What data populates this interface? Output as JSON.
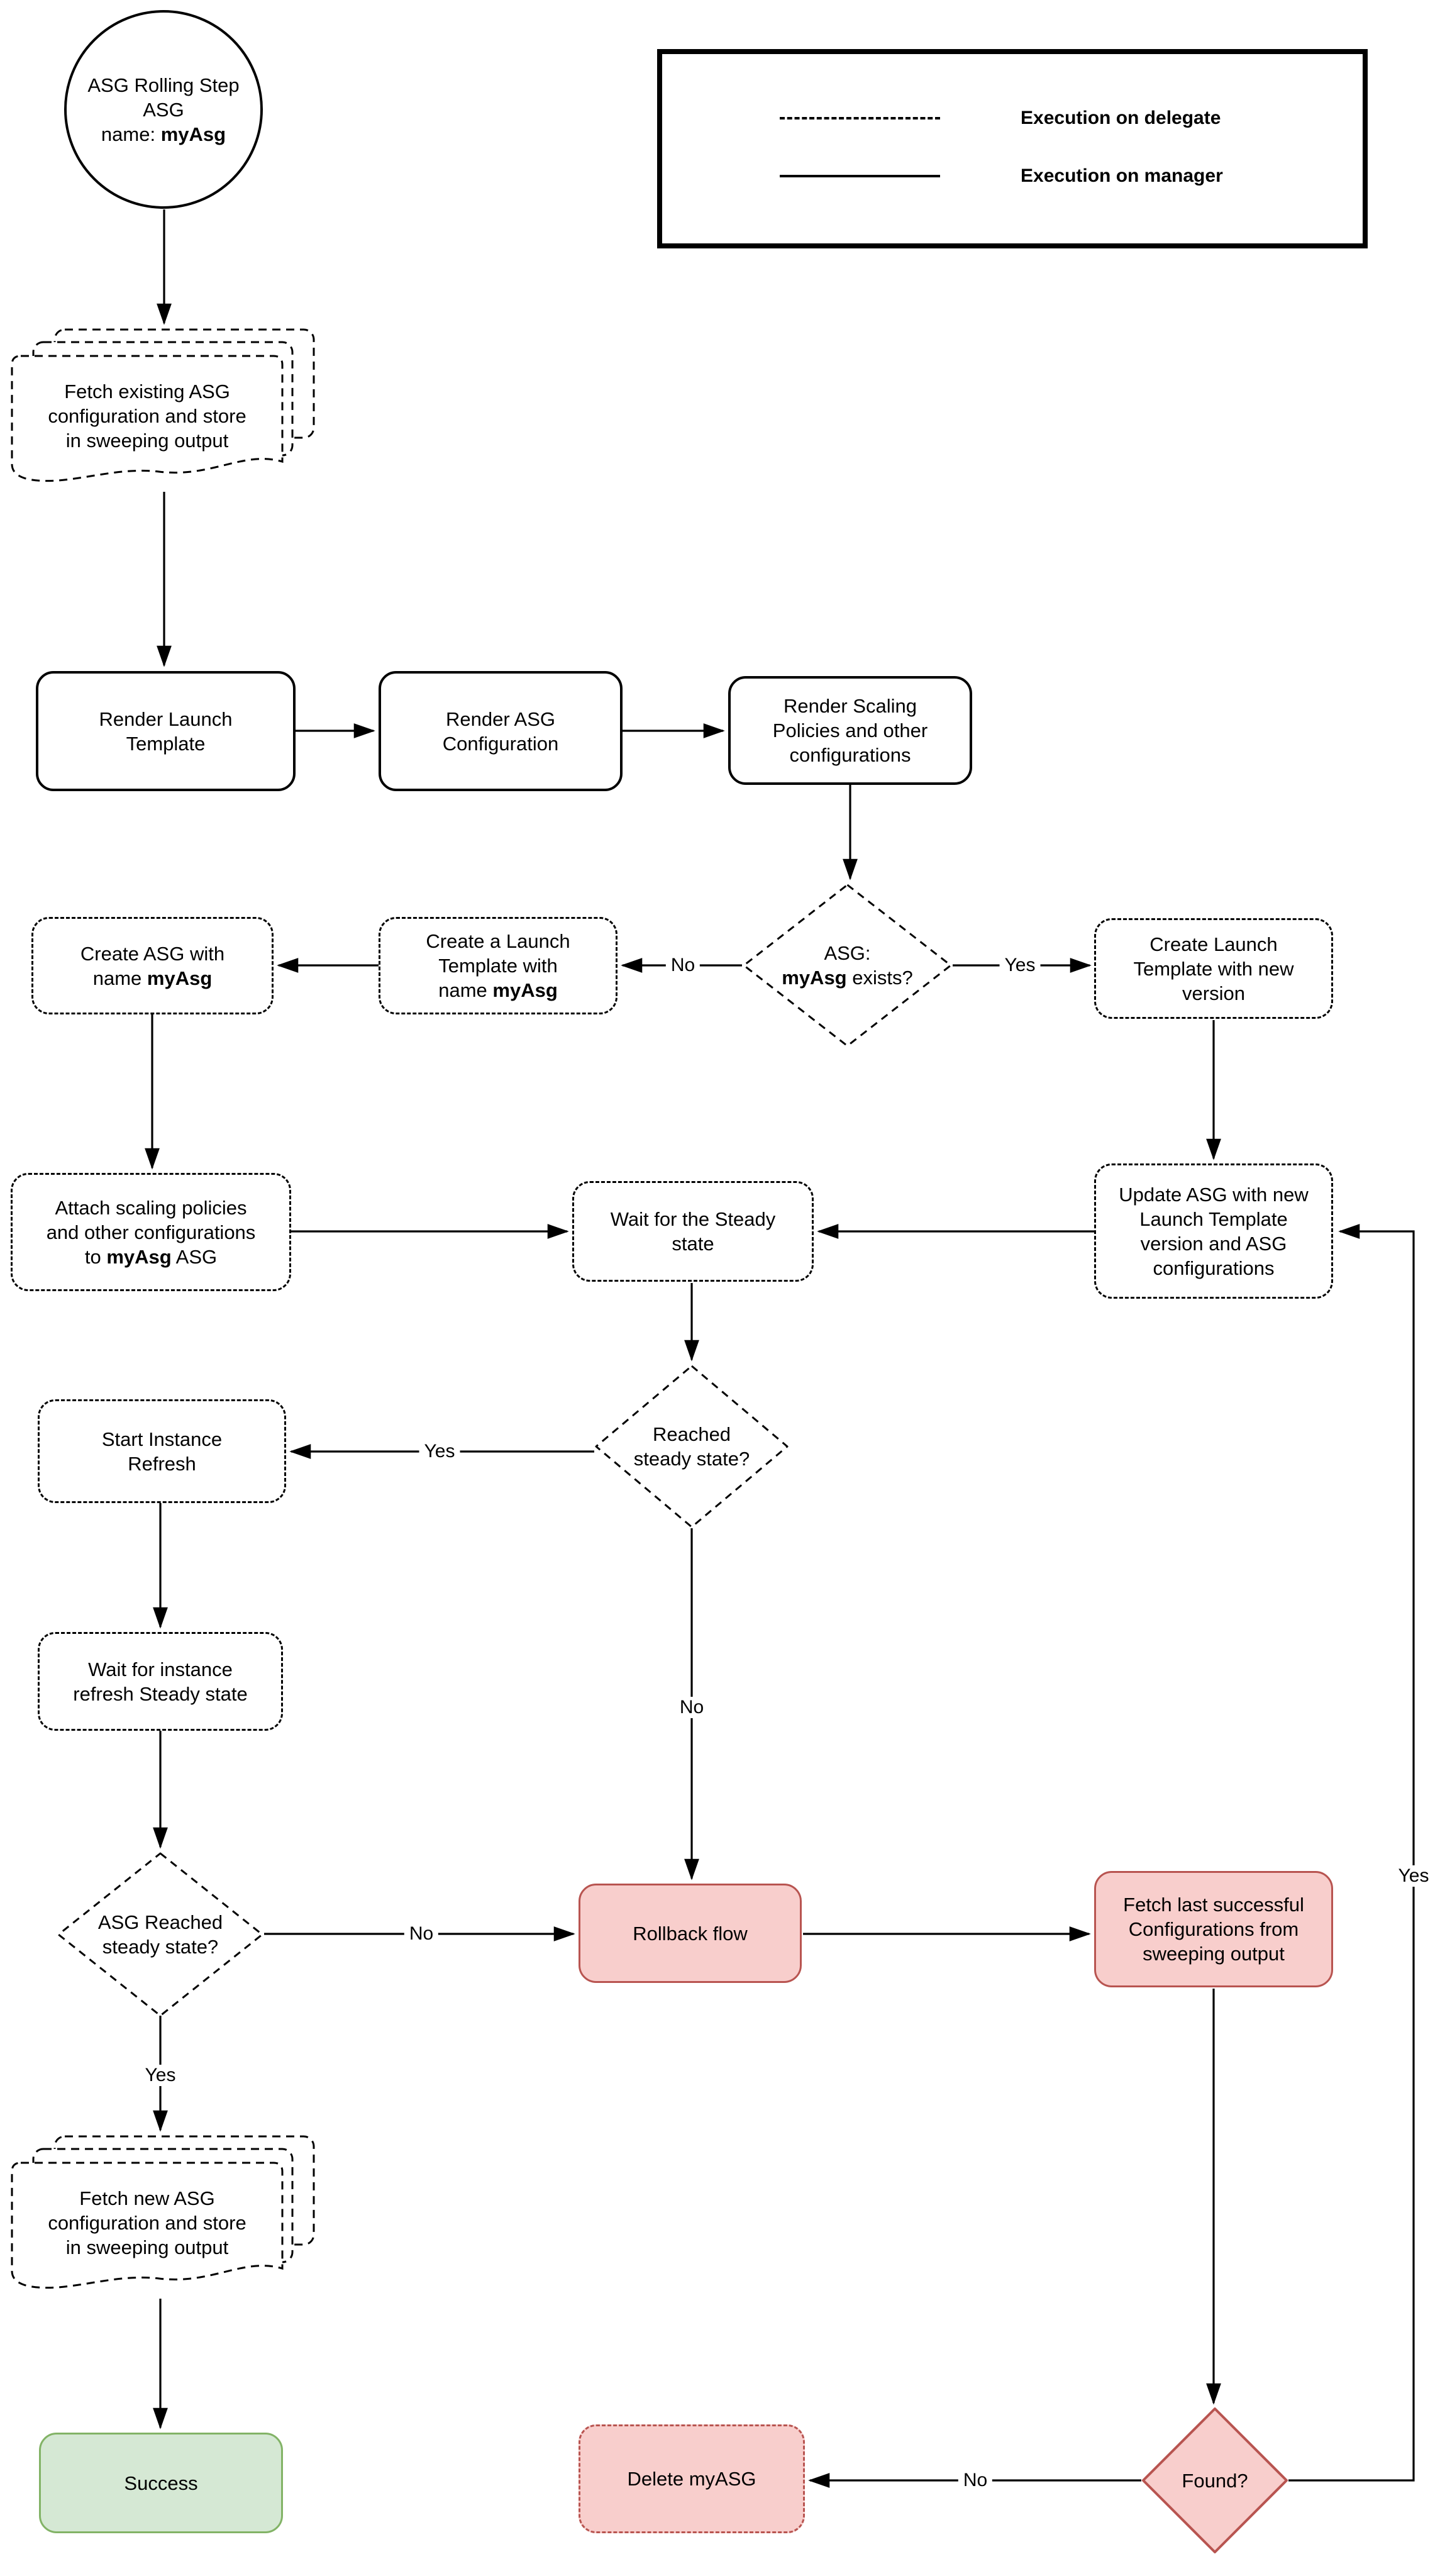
{
  "colors": {
    "red_fill": "#f8cecc",
    "red_stroke": "#b85450",
    "green_fill": "#d5e8d4",
    "green_stroke": "#82b366",
    "line": "#000000"
  },
  "legend": {
    "delegate_label": "Execution on delegate",
    "manager_label": "Execution on manager"
  },
  "labels": {
    "no_exists": "No",
    "yes_exists": "Yes",
    "yes_reached": "Yes",
    "no_reached": "No",
    "no_asg_reached": "No",
    "yes_asg_reached": "Yes",
    "no_found": "No",
    "yes_found": "Yes"
  },
  "nodes": {
    "start": {
      "l1": "ASG Rolling Step",
      "l2": "ASG",
      "l3pre": "name: ",
      "l3b": "myAsg"
    },
    "fetch_existing": {
      "l1": "Fetch existing ASG",
      "l2": "configuration and store",
      "l3": "in sweeping output"
    },
    "render_lt": {
      "l1": "Render Launch",
      "l2": "Template"
    },
    "render_asg": {
      "l1": "Render ASG",
      "l2": "Configuration"
    },
    "render_scaling": {
      "l1": "Render Scaling",
      "l2": "Policies and other",
      "l3": "configurations"
    },
    "asg_exists": {
      "l1": "ASG:",
      "l2b": "myAsg",
      "l2post": " exists?"
    },
    "create_asg": {
      "l1": "Create ASG with",
      "l2pre": "name ",
      "l2b": "myAsg"
    },
    "create_lt_myasg": {
      "l1": "Create a Launch",
      "l2": "Template with",
      "l3pre": "name ",
      "l3b": "myAsg"
    },
    "create_lt_new": {
      "l1": "Create Launch",
      "l2": "Template with new",
      "l3": "version"
    },
    "attach": {
      "l1": "Attach scaling policies",
      "l2": "and other configurations",
      "l3pre": "to ",
      "l3b": "myAsg",
      "l3post": " ASG"
    },
    "wait_steady": {
      "l1": "Wait for the Steady",
      "l2": "state"
    },
    "update_asg": {
      "l1": "Update ASG with new",
      "l2": "Launch Template",
      "l3": "version and ASG",
      "l4": "configurations"
    },
    "reached_steady": {
      "l1": "Reached",
      "l2": "steady state?"
    },
    "start_ir": {
      "l1": "Start Instance",
      "l2": "Refresh"
    },
    "wait_ir": {
      "l1": "Wait for instance",
      "l2": "refresh Steady state"
    },
    "asg_reached": {
      "l1": "ASG Reached",
      "l2": "steady state?"
    },
    "rollback": {
      "label": "Rollback flow"
    },
    "fetch_last": {
      "l1": "Fetch last successful",
      "l2": "Configurations from",
      "l3": "sweeping output"
    },
    "fetch_new": {
      "l1": "Fetch new ASG",
      "l2": "configuration and store",
      "l3": "in sweeping output"
    },
    "success": {
      "label": "Success"
    },
    "delete_myasg": {
      "label": "Delete myASG"
    },
    "found": {
      "label": "Found?"
    }
  }
}
